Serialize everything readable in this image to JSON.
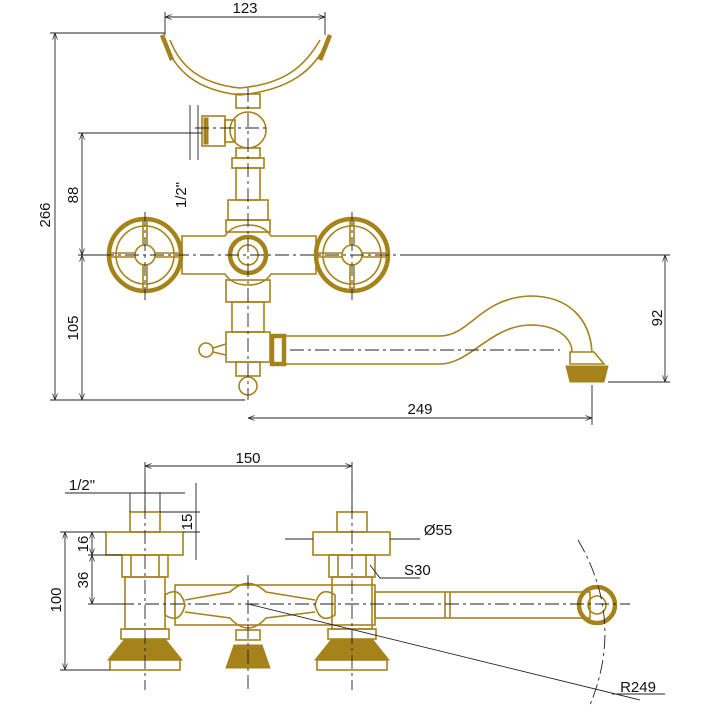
{
  "colors": {
    "metal": "#a5821a",
    "dimension": "#222222"
  },
  "front_view": {
    "dim_width_top": "123",
    "dim_total_height": "266",
    "dim_upper": "88",
    "dim_lower": "105",
    "dim_thread": "1/2\"",
    "dim_spout_drop": "92",
    "dim_spout_reach": "249"
  },
  "plan_view": {
    "dim_centers": "150",
    "dim_thread": "1/2\"",
    "dim_thread_len": "15",
    "dim_flange": "16",
    "dim_nut": "36",
    "dim_depth": "100",
    "dim_flange_dia": "Ø55",
    "dim_wrench": "S30",
    "dim_swing_radius": "R249"
  }
}
